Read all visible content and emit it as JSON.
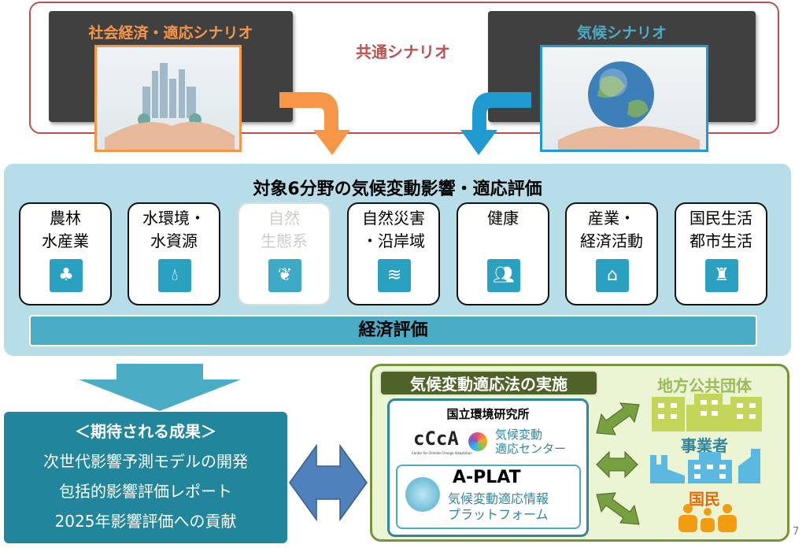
{
  "top": {
    "socio_title": "社会経済・適応シナリオ",
    "common_label": "共通シナリオ",
    "climate_title": "気候シナリオ"
  },
  "assessment": {
    "title": "対象6分野の気候変動影響・適応評価",
    "sectors": [
      {
        "line1": "農林",
        "line2": "水産業",
        "icon": "forest-fish-icon"
      },
      {
        "line1": "水環境・",
        "line2": "水資源",
        "icon": "water-drop-icon"
      },
      {
        "line1": "自然",
        "line2": "生態系",
        "icon": "ecosystem-icon"
      },
      {
        "line1": "自然災害",
        "line2": "・沿岸域",
        "icon": "disaster-wave-icon"
      },
      {
        "line1": "健康",
        "line2": "",
        "icon": "people-icon"
      },
      {
        "line1": "産業・",
        "line2": "経済活動",
        "icon": "industry-icon"
      },
      {
        "line1": "国民生活",
        "line2": "都市生活",
        "icon": "city-icon"
      }
    ],
    "economic": "経済評価"
  },
  "results": {
    "title": "＜期待される成果＞",
    "items": [
      "次世代影響予測モデルの開発",
      "包括的影響評価レポート",
      "2025年影響評価への貢献"
    ]
  },
  "law": {
    "title": "気候変動適応法の実施",
    "institute": "国立環境研究所",
    "ccca_logo": "cCcA",
    "ccca_sub": "Center for Climate Change Adaptation",
    "ccca_name1": "気候変動",
    "ccca_name2": "適応センター",
    "aplat_title": "A-PLAT",
    "aplat_name1": "気候変動適応情報",
    "aplat_name2": "プラットフォーム",
    "entities": [
      "地方公共団体",
      "事業者",
      "国民"
    ]
  },
  "colors": {
    "orange": "#f79646",
    "blue": "#1f9bd1",
    "red": "#c0504d",
    "teal": "#2aa1c0",
    "green": "#77933c",
    "lg": "#b5c93e",
    "sky": "#5bb8e0",
    "amber": "#f39c12"
  },
  "page_number": "7"
}
